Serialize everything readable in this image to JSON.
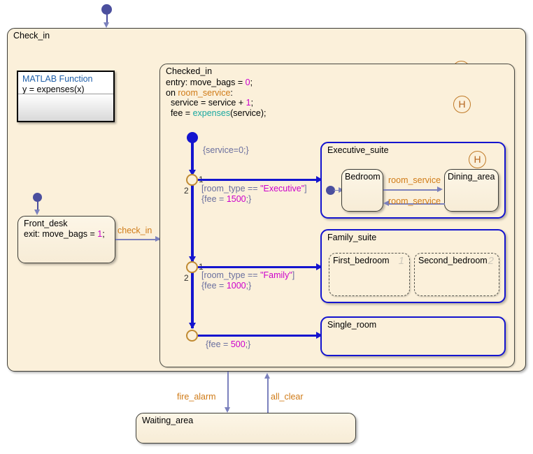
{
  "chart": {
    "title": "Check_in",
    "background": "#ffffff",
    "state_fill": "#fbf0da",
    "accent_blue": "#1414cf",
    "accent_orange": "#d07b17",
    "history_color": "#b5651d",
    "junction_color": "#c08b33"
  },
  "states": {
    "check_in": {
      "label": "Check_in",
      "history": "H"
    },
    "checked_in": {
      "label": "Checked_in",
      "history": "H",
      "actions": [
        {
          "text": "entry: move_bags = ",
          "value": "0",
          "tail": ";"
        },
        {
          "text": "on ",
          "event": "room_service",
          "tail": ":"
        },
        {
          "text": "  service = service + ",
          "value": "1",
          "tail": ";"
        },
        {
          "text": "  fee = ",
          "fn": "expenses",
          "tail": "(service);"
        }
      ],
      "action_lines": [
        "entry: move_bags = 0;",
        "on room_service:",
        "  service = service + 1;",
        "  fee = expenses(service);"
      ]
    },
    "front_desk": {
      "label": "Front_desk",
      "action": "exit: move_bags = ",
      "action_value": "1",
      "action_tail": ";"
    },
    "waiting_area": {
      "label": "Waiting_area"
    },
    "executive_suite": {
      "label": "Executive_suite",
      "history": "H",
      "children": [
        {
          "label": "Bedroom"
        },
        {
          "label": "Dining_area"
        }
      ],
      "transitions": [
        {
          "label": "room_service",
          "direction": "right"
        },
        {
          "label": "room_service",
          "direction": "left"
        }
      ]
    },
    "family_suite": {
      "label": "Family_suite",
      "children": [
        {
          "label": "First_bedroom",
          "order": "1"
        },
        {
          "label": "Second_bedroom",
          "order": "2"
        }
      ]
    },
    "single_room": {
      "label": "Single_room"
    }
  },
  "matlab_function": {
    "title": "MATLAB Function",
    "signature": "y = expenses(x)"
  },
  "junctions": [
    {
      "id": "j1",
      "priority_out": "1",
      "priority_down": "2"
    },
    {
      "id": "j2",
      "priority_out": "1",
      "priority_down": "2"
    },
    {
      "id": "j3",
      "priority_out": "",
      "priority_down": ""
    }
  ],
  "transitions": {
    "default_entry": "",
    "checked_in_default": "{service=0;}",
    "to_executive": {
      "condition": "[room_type == ",
      "value": "\"Executive\"",
      "condition_tail": "]",
      "action_open": "{fee = ",
      "action_value": "1500",
      "action_close": ";}",
      "line1": "[room_type == \"Executive\"]",
      "line2": "{fee = 1500;}"
    },
    "to_family": {
      "line1": "[room_type == \"Family\"]",
      "line2": "{fee = 1000;}",
      "condition": "[room_type == ",
      "value": "\"Family\"",
      "condition_tail": "]",
      "action_open": "{fee = ",
      "action_value": "1000",
      "action_close": ";}"
    },
    "to_single": {
      "line1": "{fee = 500;}",
      "action_open": "{fee = ",
      "action_value": "500",
      "action_close": ";}"
    },
    "check_in_event": "check_in",
    "fire_alarm": "fire_alarm",
    "all_clear": "all_clear"
  }
}
